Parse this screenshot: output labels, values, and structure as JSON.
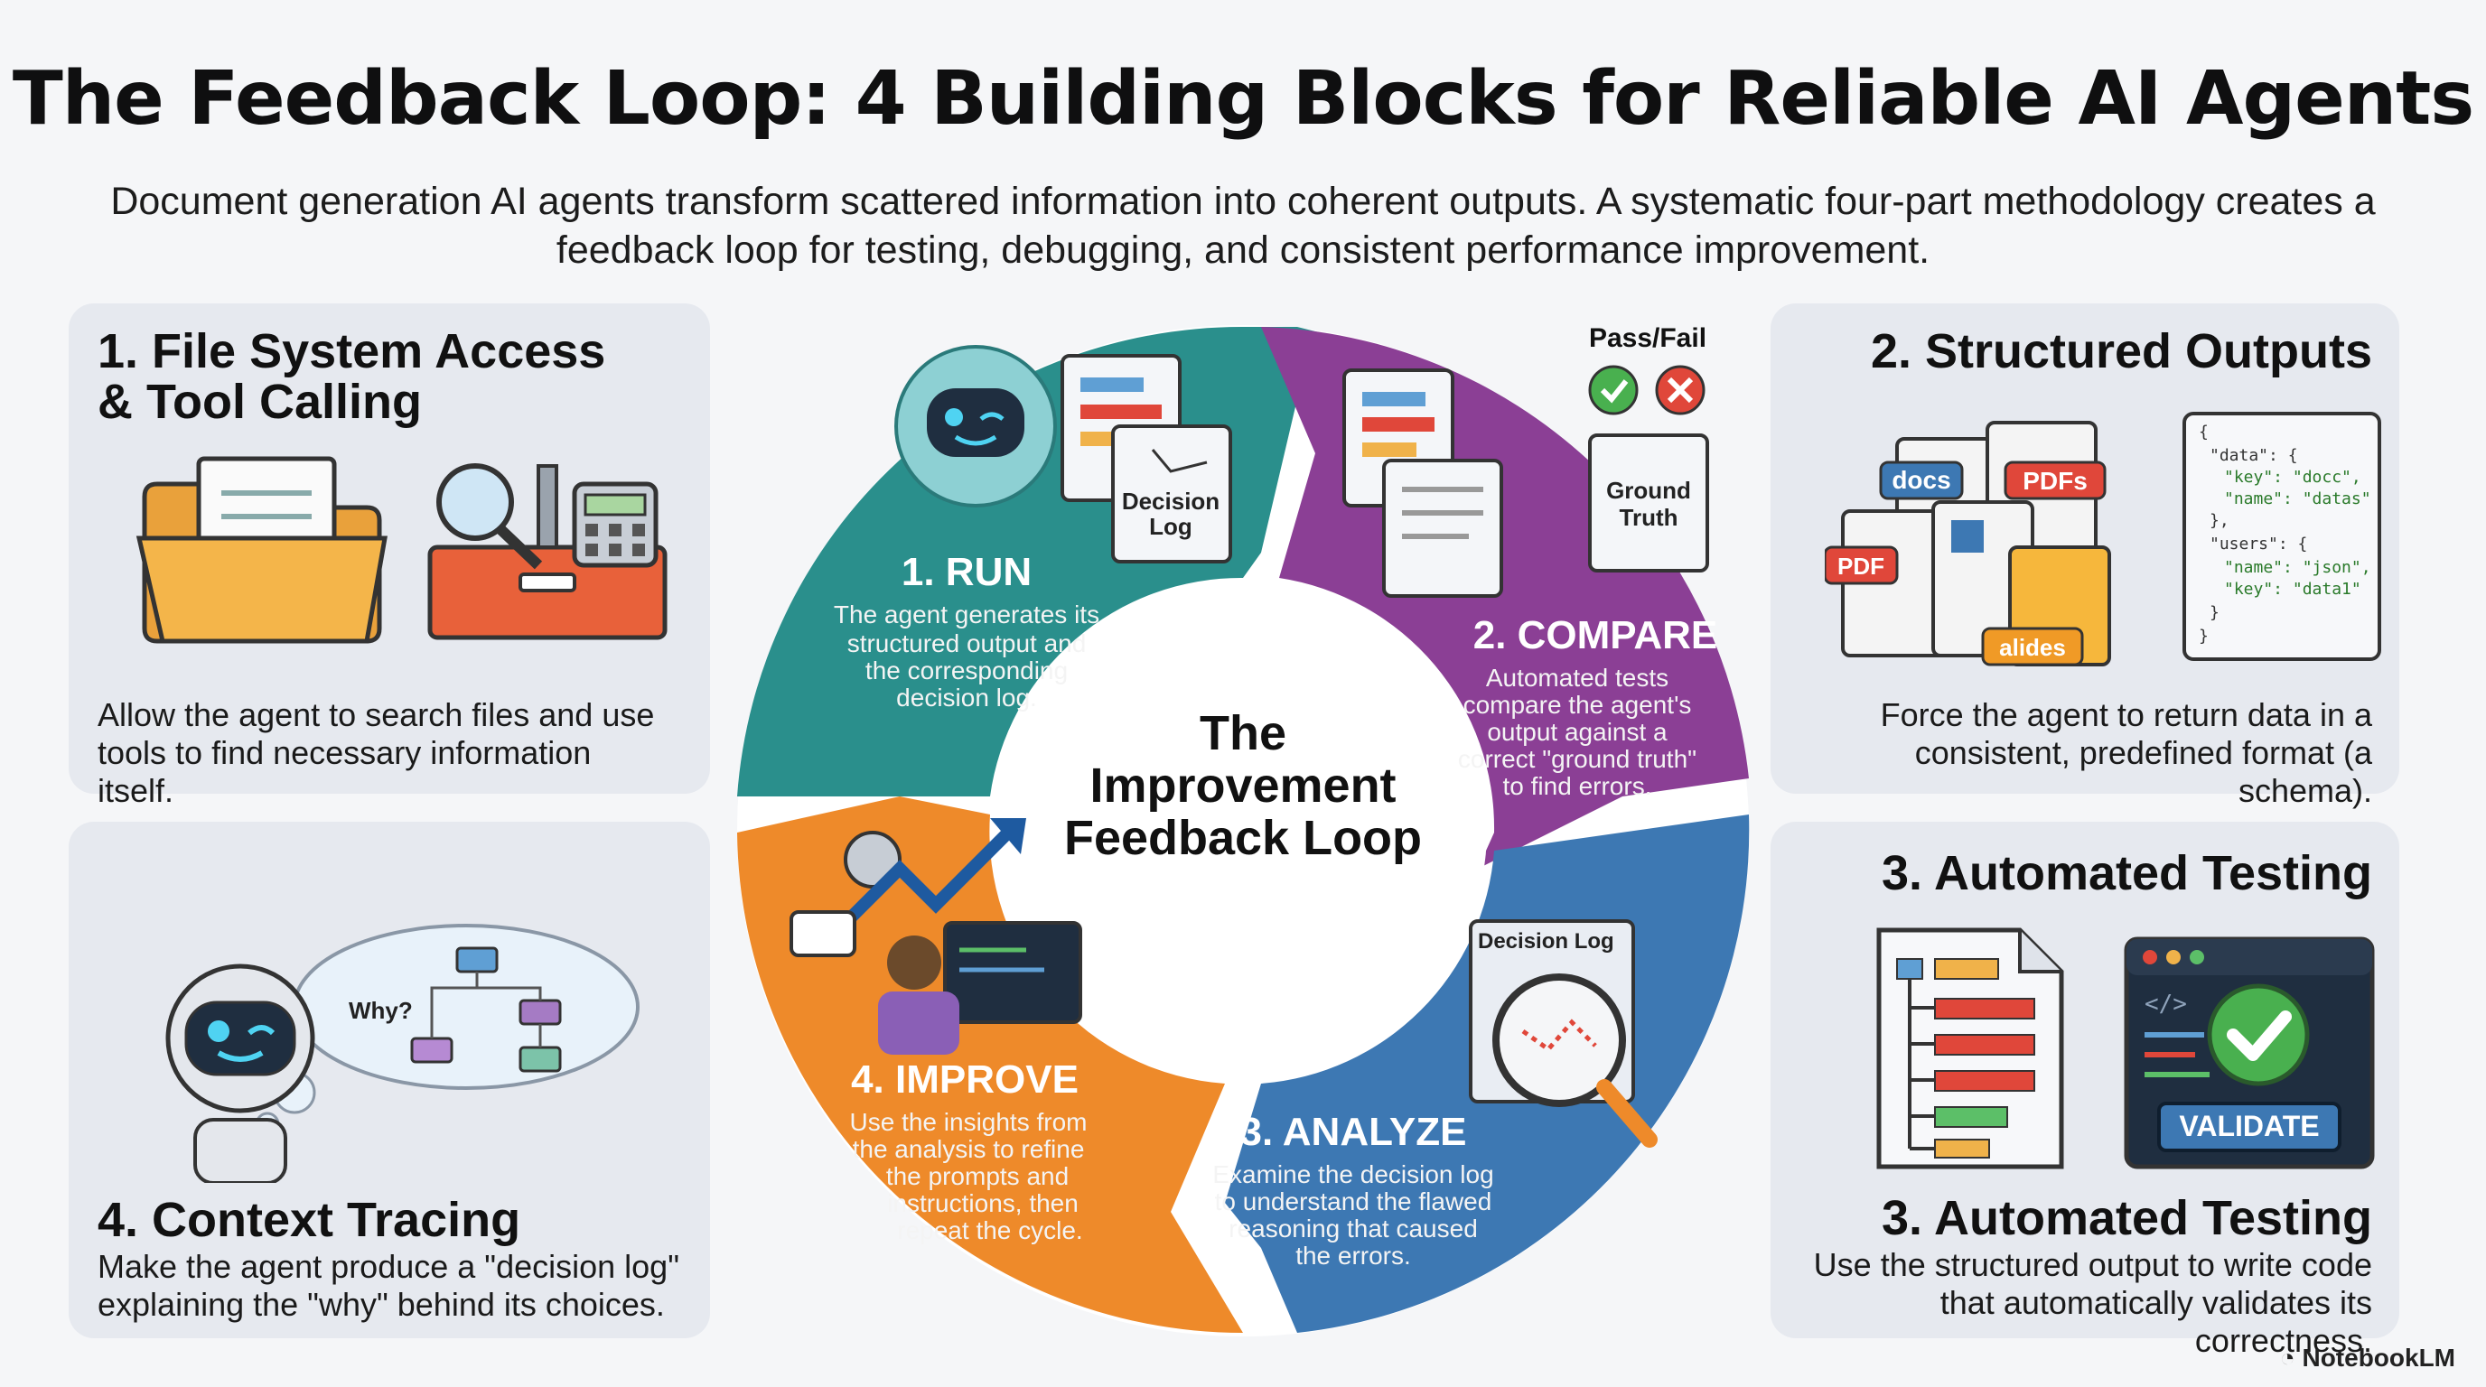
{
  "header": {
    "title": "The Feedback Loop: 4 Building Blocks for Reliable AI Agents",
    "subtitle": "Document generation AI agents transform scattered information into coherent outputs. A systematic four-part methodology creates a feedback loop for testing, debugging, and consistent performance improvement."
  },
  "panels": {
    "file_access": {
      "title_line1": "1. File System Access",
      "title_line2": "& Tool Calling",
      "desc": "Allow the agent to search files and use tools to find necessary information itself."
    },
    "structured_outputs": {
      "title": "2. Structured Outputs",
      "desc": "Force the agent to return data in a consistent, predefined format (a schema).",
      "file_labels": [
        "docs",
        "PDFs",
        "PDF",
        "alides"
      ],
      "json_lines": [
        "{",
        "\"data\": {",
        "\"key\": \"docc\",",
        "\"name\": \"datas\"",
        "},",
        "\"users\": {",
        "\"name\": \"json\",",
        "\"key\": \"data1\"",
        "}",
        "}"
      ]
    },
    "automated_testing": {
      "title_top": "3. Automated Testing",
      "title_bottom": "3. Automated Testing",
      "desc": "Use the structured output to write code that automatically validates its correctness.",
      "validate_label": "VALIDATE",
      "code_glyph": "</>"
    },
    "context_tracing": {
      "title": "4. Context Tracing",
      "desc": "Make the agent produce a \"decision log\" explaining the \"why\" behind its choices.",
      "bubble_label": "Why?"
    }
  },
  "loop": {
    "center_line1": "The",
    "center_line2": "Improvement",
    "center_line3": "Feedback Loop",
    "run": {
      "title": "1. RUN",
      "desc": [
        "The agent generates its",
        "structured output and",
        "the corresponding",
        "decision log."
      ],
      "doc_label_1": "Decision",
      "doc_label_2": "Log"
    },
    "compare": {
      "title": "2. COMPARE",
      "desc": [
        "Automated tests",
        "compare the agent's",
        "output against a",
        "correct \"ground truth\"",
        "to find errors."
      ],
      "passfail": "Pass/Fail",
      "ground_1": "Ground",
      "ground_2": "Truth"
    },
    "analyze": {
      "title": "3. ANALYZE",
      "desc": [
        "Examine the decision log",
        "to understand the flawed",
        "reasoning that caused",
        "the errors."
      ],
      "doc_label": "Decision Log"
    },
    "improve": {
      "title": "4. IMPROVE",
      "desc": [
        "Use the insights from",
        "the analysis to refine",
        "the prompts and",
        "instructions, then",
        "repeat the cycle."
      ]
    }
  },
  "brand": "NotebookLM",
  "colors": {
    "run": "#2a8f8c",
    "compare": "#8b3f95",
    "analyze": "#3d78b3",
    "improve": "#ee8a2a",
    "panel": "#e6e9ef"
  }
}
